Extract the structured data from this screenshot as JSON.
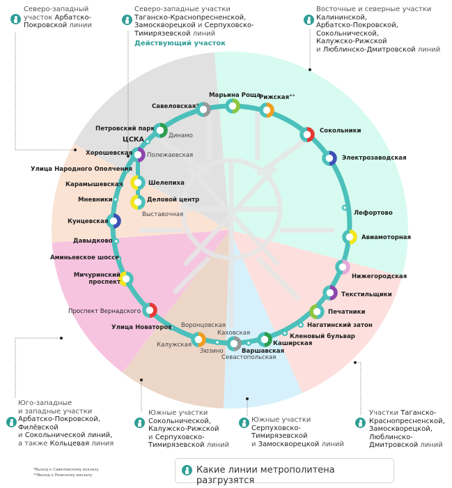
{
  "colors": {
    "ring": "#4cc0bb",
    "teal": "#2f9e96",
    "sector_gray": "#e1e1e1",
    "sector_mint": "#d7fbf0",
    "sector_rose": "#fde0de",
    "sector_blue": "#d6f1fb",
    "sector_tan": "#ecd6c8",
    "sector_pink": "#f7c4e0",
    "sector_peach": "#fbe3d4"
  },
  "notes": {
    "nw1": {
      "a": "Северо-западный",
      "b": "участок",
      "c": "Арбатско-",
      "d": "Покровской",
      "e": "линии"
    },
    "nw2": {
      "a": "Северо-западные участки",
      "b": "Таганско-Краснопресненской,",
      "c": "Замоскворецкой",
      "d": "и",
      "e": "Серпуховско-",
      "f": "Тимирязевской",
      "g": "линий",
      "active": "Действующий участок"
    },
    "east": {
      "a": "Восточные и северные участки",
      "b": "Калининской,",
      "c": "Арбатско-Покровской,",
      "d": "Сокольнической,",
      "e": "Калужско-Рижской",
      "f": "и",
      "g": "Люблинско-Дмитровской",
      "h": "линий"
    },
    "sw": {
      "a": "Юго-западные",
      "b": "и западные участки",
      "c": "Арбатско-Покровской,",
      "d": "Филёвской",
      "e": "и",
      "f": "Сокольнической линий,",
      "g": "а также",
      "h": "Кольцевая",
      "i": "линия"
    },
    "s1": {
      "a": "Южные участки",
      "b": "Сокольнической,",
      "c": "Калужско-Рижской",
      "d": "и",
      "e": "Серпуховско-",
      "f": "Тимирязевской",
      "g": "линий"
    },
    "s2": {
      "a": "Южные участки",
      "b": "Серпуховско-",
      "c": "Тимирязевской",
      "d": "и",
      "e": "Замоскворецкой",
      "f": "линий"
    },
    "se": {
      "a": "Участки",
      "b": "Таганско-",
      "c": "Краснопресненской,",
      "d": "Замоскворецкой,",
      "e": "Люблинско-",
      "f": "Дмитровской",
      "g": "линий"
    }
  },
  "footnotes": [
    "*Выход к Савеловскому вокзалу",
    "**Выход к Рижскому вокзалу"
  ],
  "legend": {
    "title": "Какие линии метрополитена разгрузятся"
  },
  "stations": [
    {
      "name": "Савеловская°",
      "c": "#999999"
    },
    {
      "name": "Марьина Роща",
      "c": "#8dc63f"
    },
    {
      "name": "Рижская°°",
      "c": "#f39c1d"
    },
    {
      "name": "Сокольники",
      "c": "#e53935"
    },
    {
      "name": "Электрозаводская",
      "c": "#3f51b5"
    },
    {
      "name": "Лефортово",
      "c": ""
    },
    {
      "name": "Авиамоторная",
      "c": "#f5e61e"
    },
    {
      "name": "Нижегородская",
      "c": "#e6a8d8"
    },
    {
      "name": "Текстильщики",
      "c": "#8e44ad"
    },
    {
      "name": "Печатники",
      "c": "#8dc63f"
    },
    {
      "name": "Нагатинский затон",
      "c": ""
    },
    {
      "name": "Кленовый бульвар",
      "c": ""
    },
    {
      "name": "Каширская",
      "c": "#2e9e4f"
    },
    {
      "name": "Варшавская",
      "c": ""
    },
    {
      "name": "Каховская",
      "c": "#999999"
    },
    {
      "name": "Севастопольская",
      "c": ""
    },
    {
      "name": "Зюзино",
      "c": ""
    },
    {
      "name": "Воронцовская",
      "c": "#f39c1d"
    },
    {
      "name": "Калужская",
      "c": ""
    },
    {
      "name": "Улица Новаторов",
      "c": ""
    },
    {
      "name": "Проспект Вернадского",
      "c": "#e53935"
    },
    {
      "name": "Мичуринский проспект",
      "c": "#f5e61e"
    },
    {
      "name": "Аминьевское шоссе",
      "c": ""
    },
    {
      "name": "Давыдково",
      "c": ""
    },
    {
      "name": "Кунцевская",
      "c": "#3f51b5"
    },
    {
      "name": "Мневники",
      "c": ""
    },
    {
      "name": "Карамышевская",
      "c": ""
    },
    {
      "name": "Улица Народного Ополчения",
      "c": ""
    },
    {
      "name": "Хорошевская",
      "c": "#8e44ad"
    },
    {
      "name": "Полежаевская",
      "c": ""
    },
    {
      "name": "ЦСКА",
      "c": ""
    },
    {
      "name": "Петровский парк",
      "c": "#2e9e4f"
    },
    {
      "name": "Динамо",
      "c": ""
    },
    {
      "name": "Шелепиха",
      "c": "#f5e61e"
    },
    {
      "name": "Деловой центр",
      "c": "#f5e61e"
    },
    {
      "name": "Выставочная",
      "c": ""
    }
  ]
}
